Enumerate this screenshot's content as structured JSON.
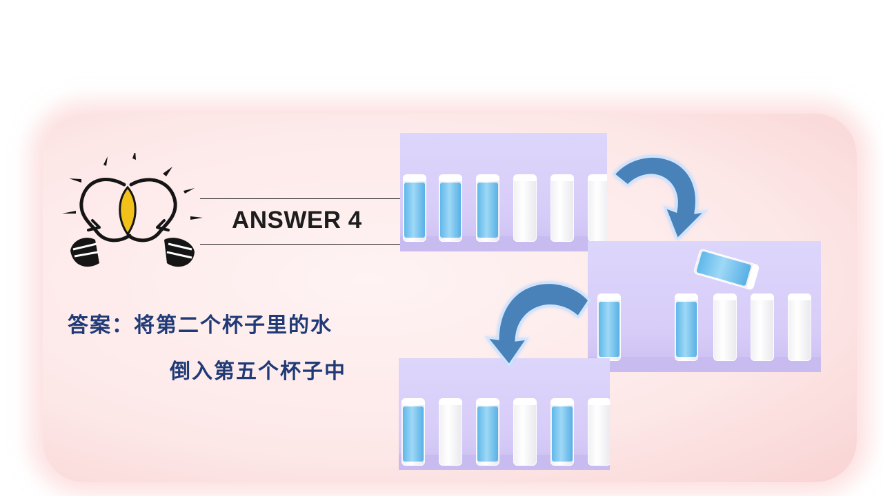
{
  "answer_title": "ANSWER 4",
  "answer_lines": [
    "答案：将第二个杯子里的水",
    "倒入第五个杯子中"
  ],
  "icon": "lightbulb-icon",
  "colors": {
    "card": "#fde8e8",
    "text": "#1f3a76",
    "water": "#5fb8ea",
    "arrow": "#4a82b8",
    "bulb": "#f2c21b"
  },
  "panels": {
    "top": {
      "cups": [
        true,
        true,
        true,
        false,
        false,
        false
      ]
    },
    "middle": {
      "cups": [
        true,
        false,
        true,
        false,
        false,
        false
      ],
      "pouring_cup": true
    },
    "bottom": {
      "cups": [
        true,
        false,
        true,
        false,
        true,
        false
      ]
    }
  }
}
